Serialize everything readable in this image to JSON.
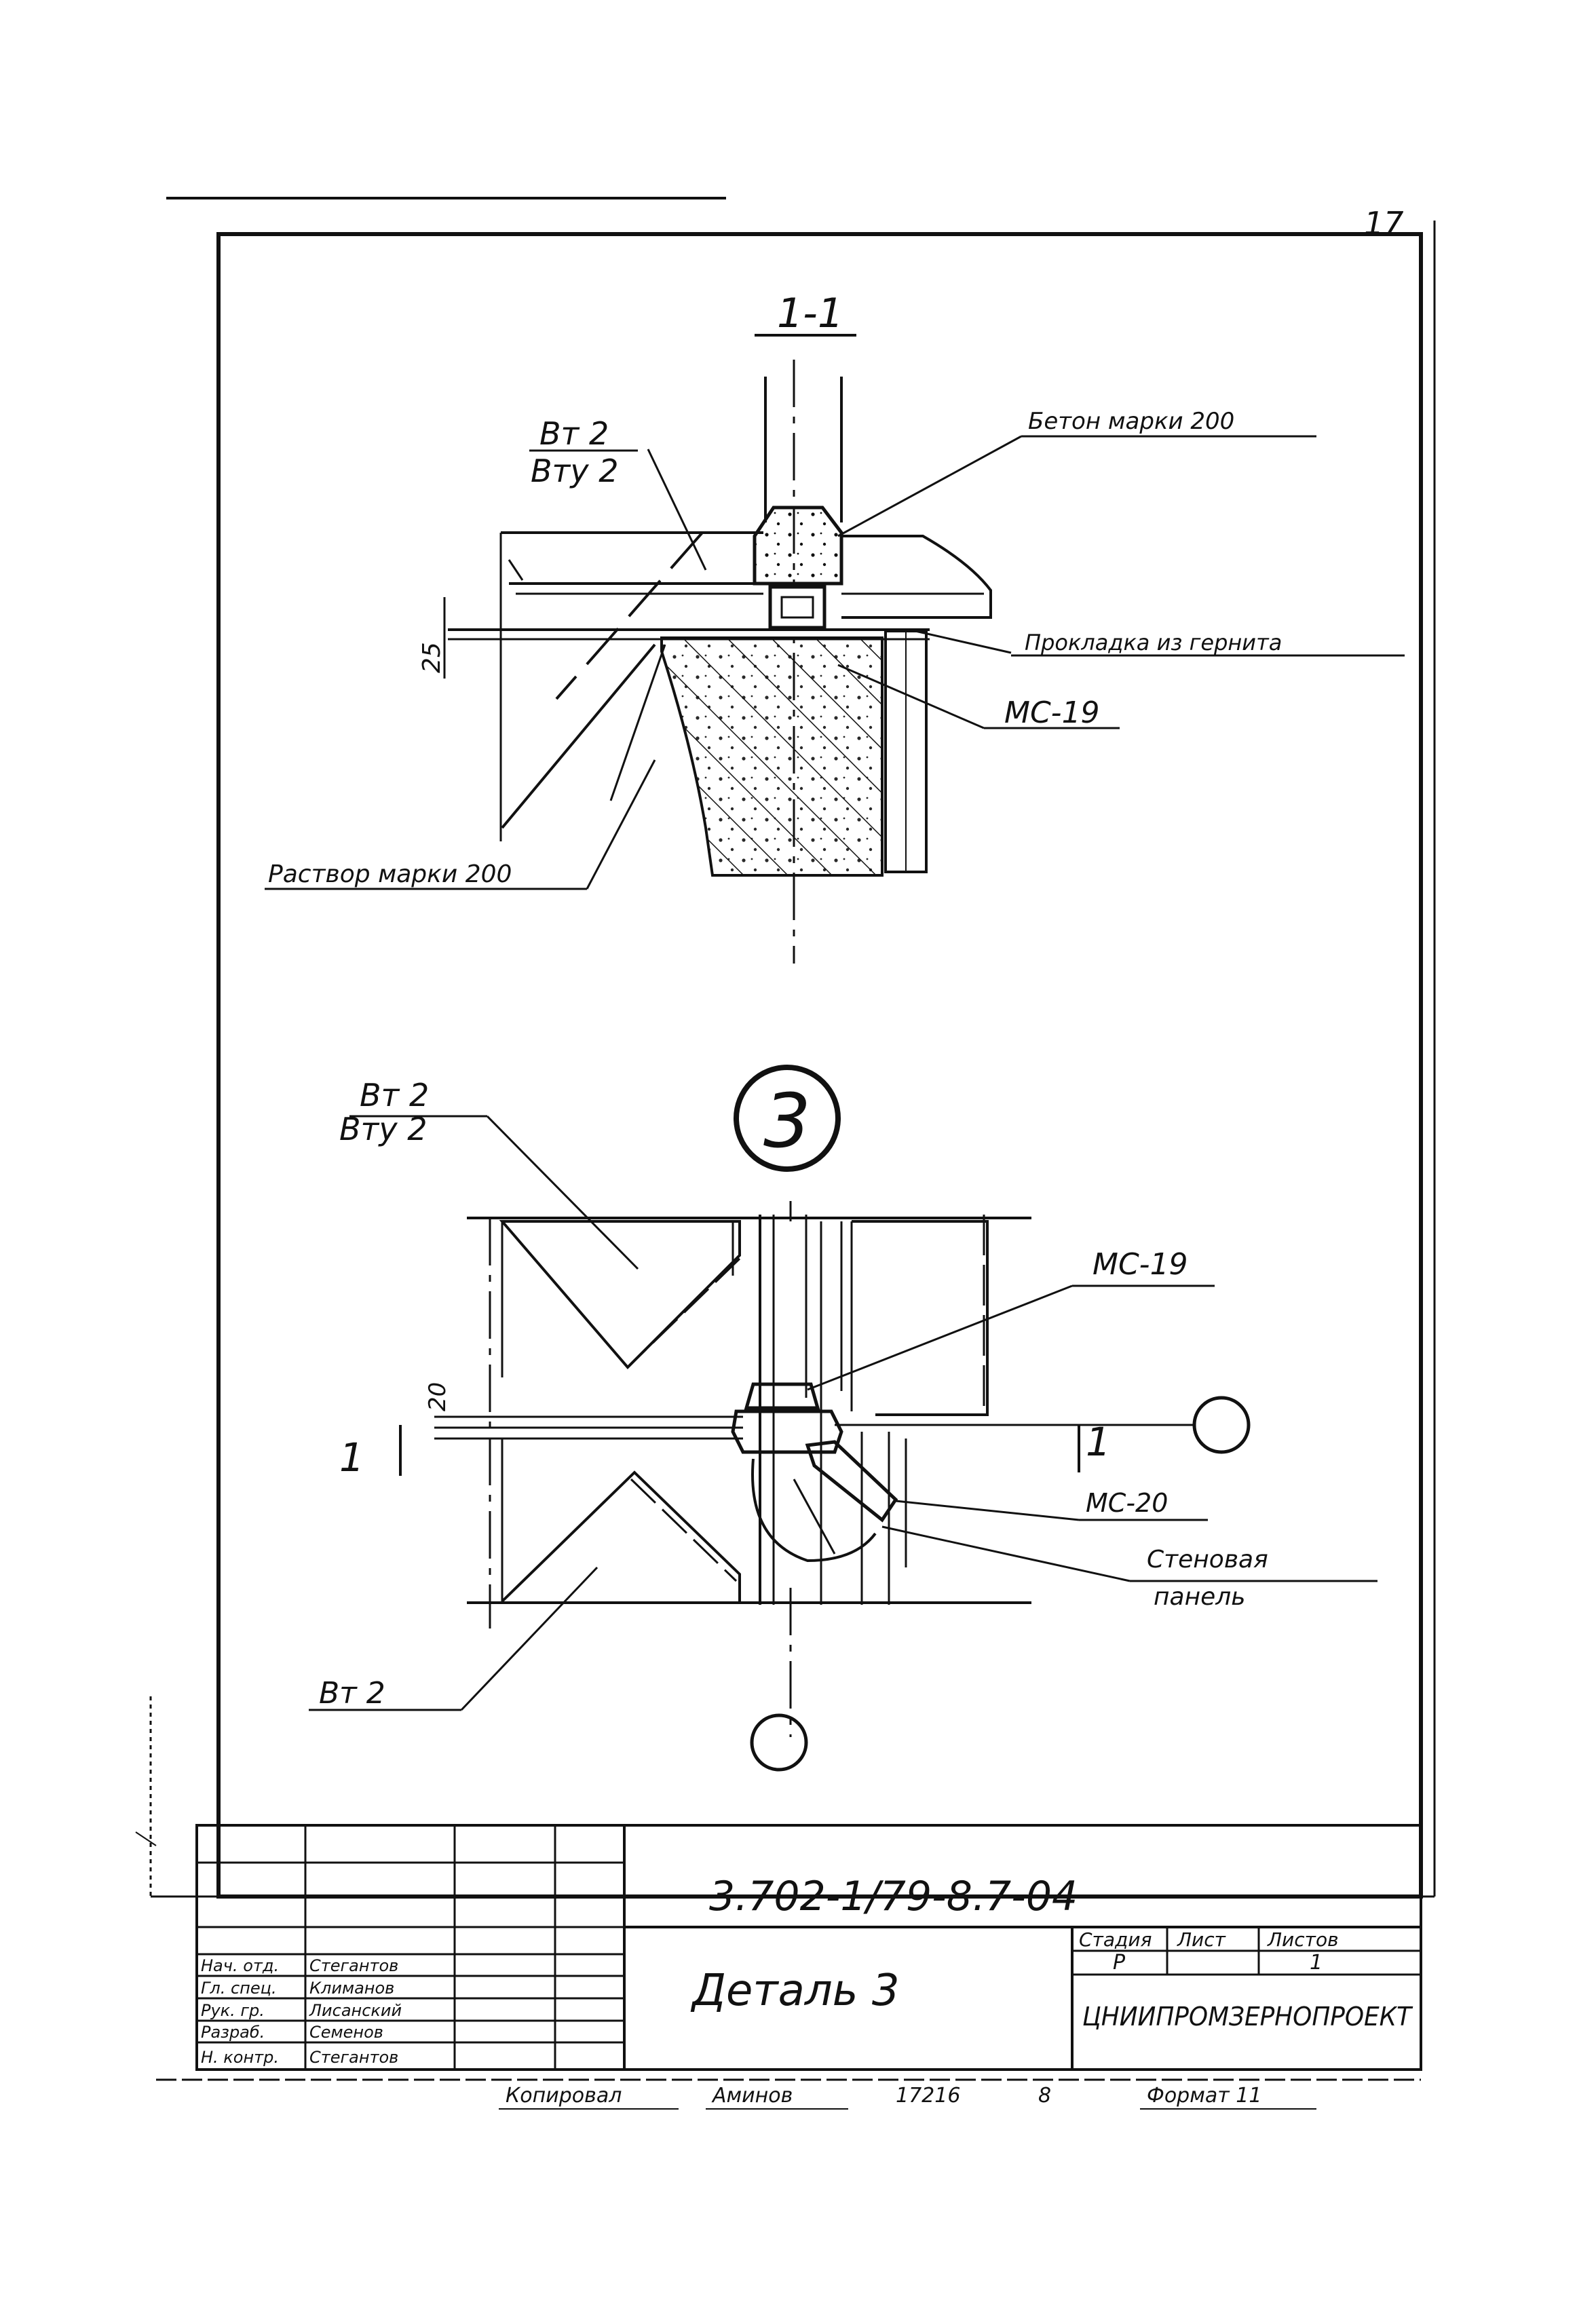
{
  "sheet": {
    "number": "17",
    "document_code": "3.702-1/79-8.7-04",
    "title": "Деталь 3",
    "organization": "ЦНИИПРОМЗЕРНОПРОЕКТ",
    "stage_header": "Стадия",
    "sheet_header": "Лист",
    "sheets_header": "Листов",
    "stage_value": "Р",
    "sheets_value": "1",
    "bottom_strip": [
      "Копировал",
      "Аминов",
      "17216",
      "8",
      "Формат 11"
    ]
  },
  "section_1_1": {
    "title": "1-1",
    "dimension": "25",
    "labels": {
      "rebar_top": "Вт 2",
      "rebar_bottom": "Вту 2",
      "concrete": "Бетон марки 200",
      "gasket": "Прокладка из гернита",
      "embedded_part": "МС-19",
      "mortar": "Раствор марки 200"
    }
  },
  "detail_3": {
    "marker": "3",
    "dimension": "20",
    "labels": {
      "rebar_top": "Вт 2",
      "rebar_bottom": "Вту 2",
      "embedded_part_1": "МС-19",
      "embedded_part_2": "МС-20",
      "wall_panel_1": "Стеновая",
      "wall_panel_2": "панель",
      "rebar_lower": "Вт 2",
      "section_left": "1",
      "section_right": "1"
    }
  },
  "title_block": {
    "roles": [
      "Нач. отд.",
      "Гл. спец.",
      "Рук. гр.",
      "Разраб.",
      "Н. контр."
    ],
    "names": [
      "Стегантов",
      "Климанов",
      "Лисанский",
      "Семенов",
      "Стегантов"
    ]
  }
}
